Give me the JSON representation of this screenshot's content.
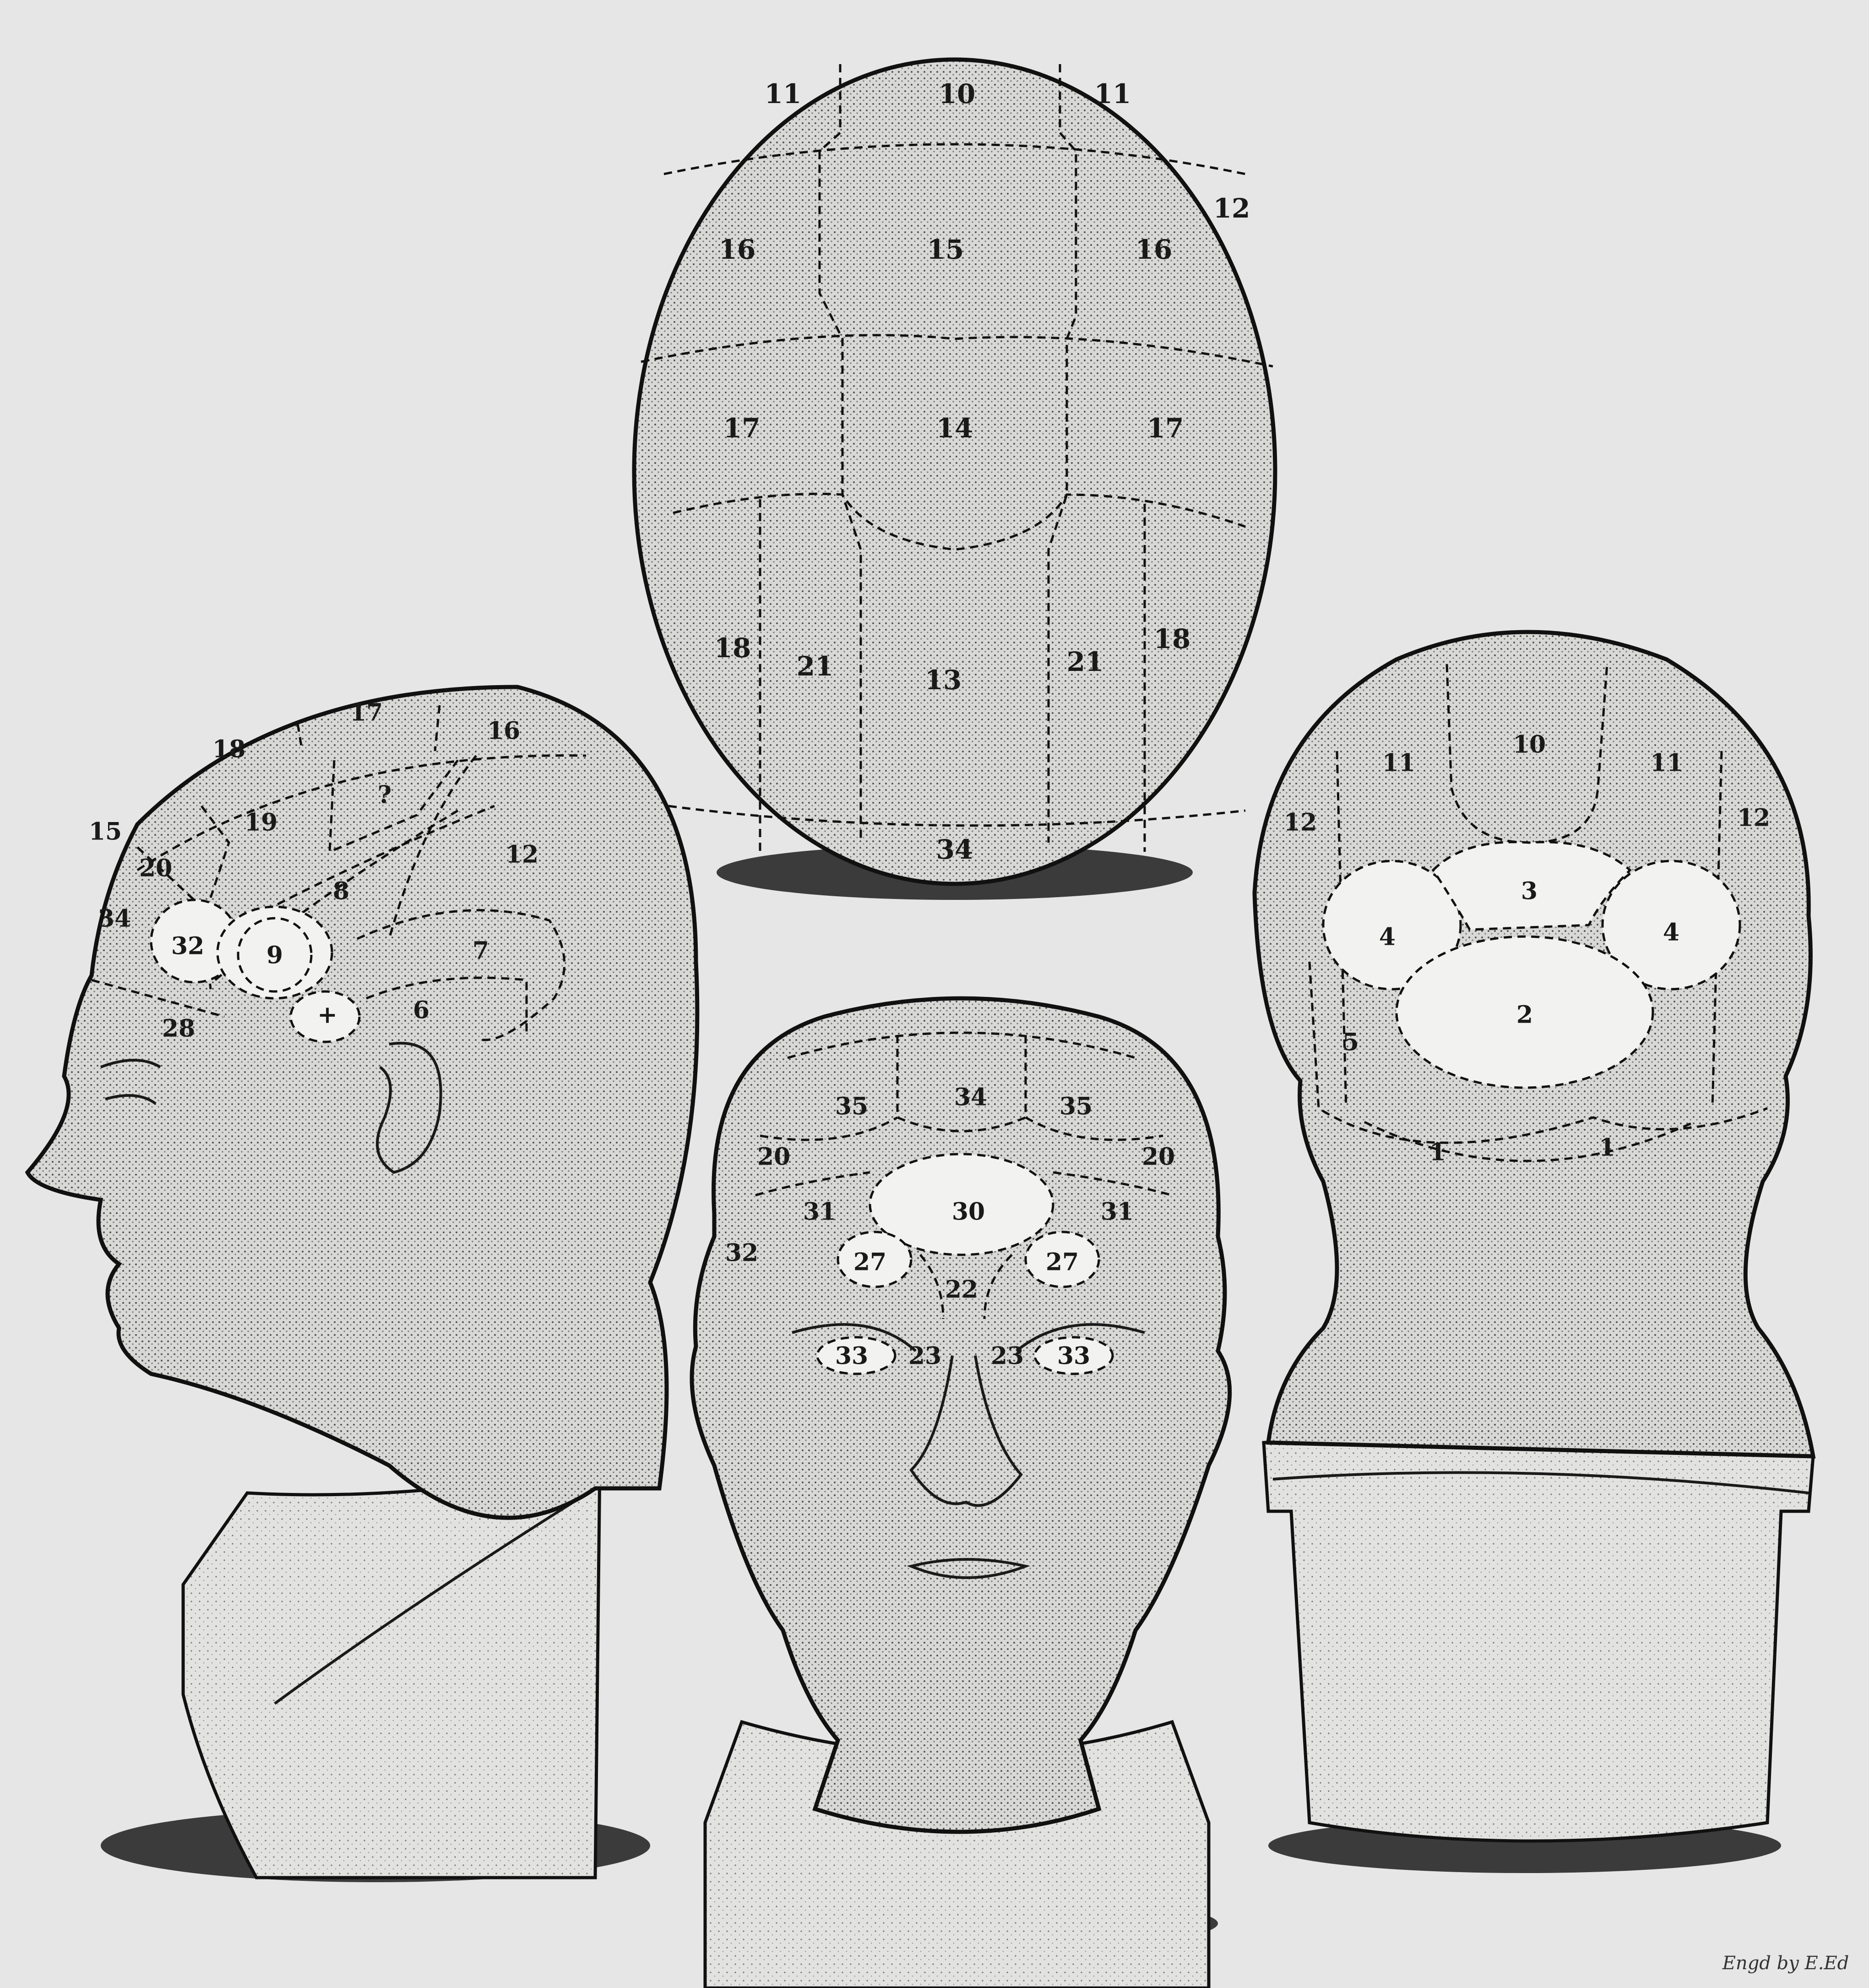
{
  "credit": "Engd by E.Ed",
  "top_view": {
    "labels": [
      "11",
      "10",
      "11",
      "12",
      "16",
      "15",
      "16",
      "17",
      "14",
      "17",
      "18",
      "21",
      "13",
      "21",
      "18",
      "34"
    ]
  },
  "side_view": {
    "labels": [
      "18",
      "17",
      "16",
      "15",
      "19",
      "?",
      "12",
      "20",
      "8",
      "34",
      "32",
      "9",
      "7",
      "28",
      "+",
      "6"
    ]
  },
  "front_view": {
    "labels": [
      "35",
      "34",
      "35",
      "20",
      "20",
      "31",
      "30",
      "31",
      "32",
      "27",
      "27",
      "22",
      "33",
      "23",
      "23",
      "33"
    ]
  },
  "back_view": {
    "labels": [
      "10",
      "11",
      "11",
      "12",
      "12",
      "3",
      "4",
      "4",
      "2",
      "5",
      "1",
      "1"
    ]
  }
}
